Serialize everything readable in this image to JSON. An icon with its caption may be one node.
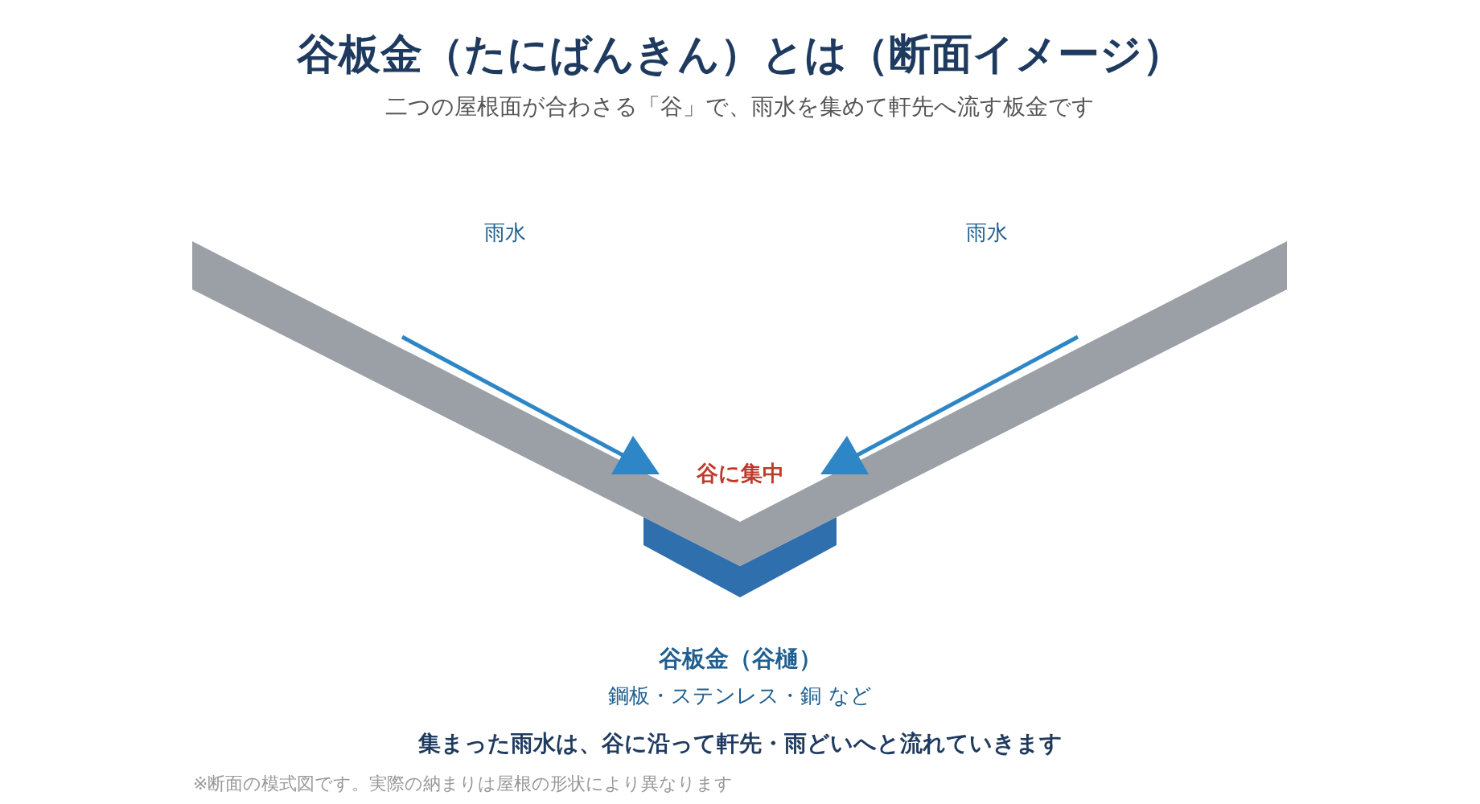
{
  "diagram": {
    "title": "谷板金（たにばんきん）とは（断面イメージ）",
    "labels": [
      "二つの屋根面が合わさる「谷」で、雨水を集めて軒先へ流す板金です",
      "雨水",
      "雨水",
      "谷に集中",
      "谷板金（谷樋）",
      "鋼板・ステンレス・銅 など",
      "集まった雨水は、谷に沿って軒先・雨どいへと流れていきます",
      "※断面の模式図です。実際の納まりは屋根の形状により異なります"
    ]
  }
}
